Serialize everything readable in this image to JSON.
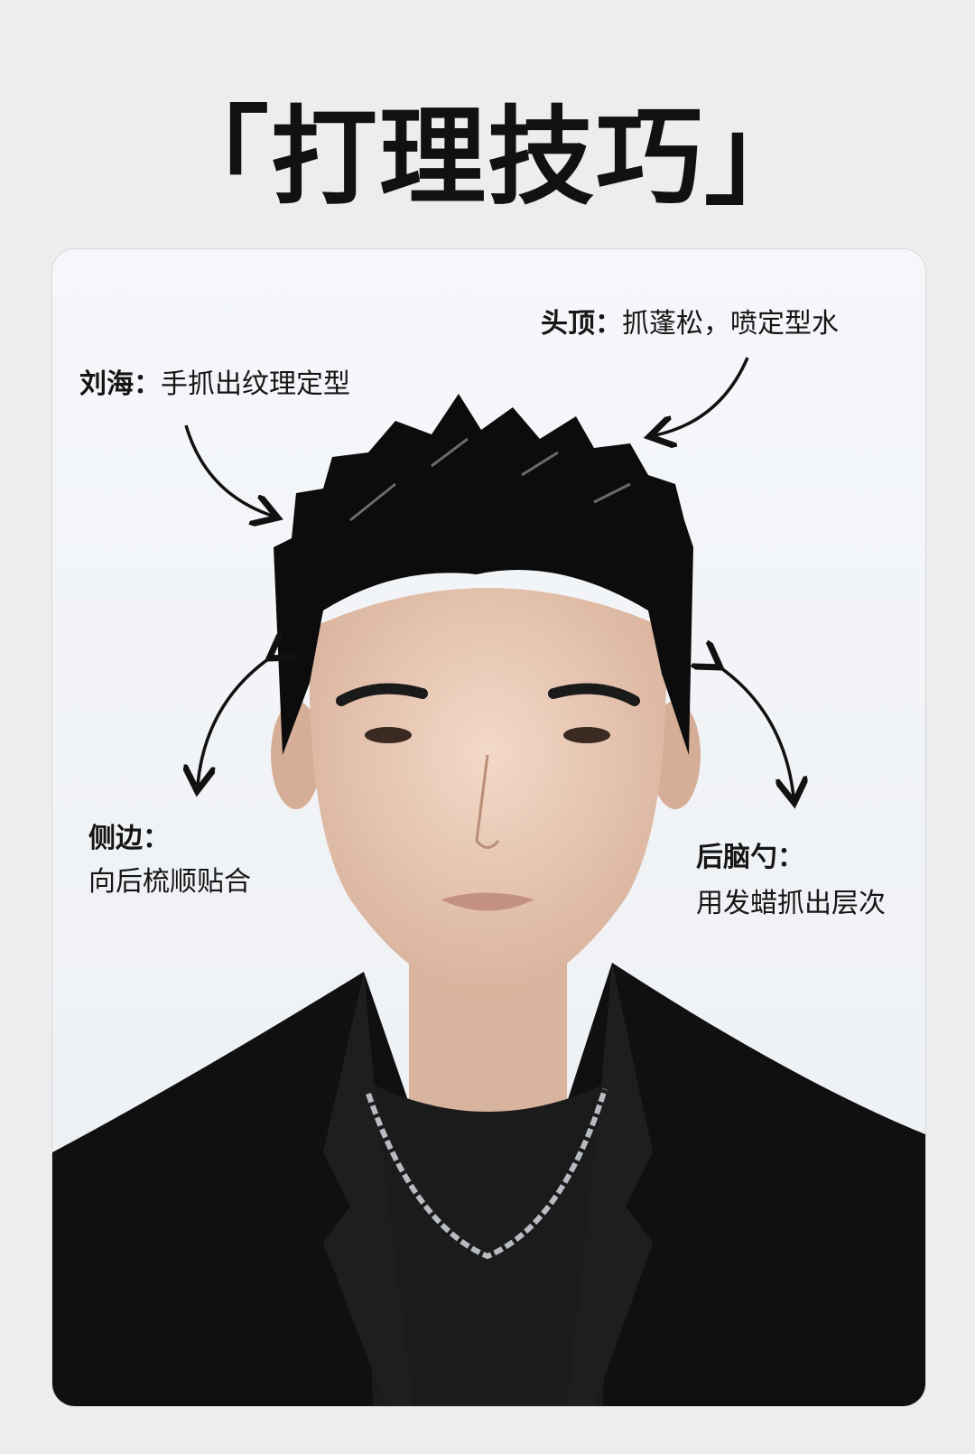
{
  "title": "「打理技巧」",
  "annotations": {
    "top": {
      "head": "头顶：",
      "text": "抓蓬松，喷定型水"
    },
    "bangs": {
      "head": "刘海：",
      "text": "手抓出纹理定型"
    },
    "sides": {
      "head": "侧边：",
      "text": "向后梳顺贴合"
    },
    "back": {
      "head": "后脑勺：",
      "text": "用发蜡抓出层次"
    }
  }
}
